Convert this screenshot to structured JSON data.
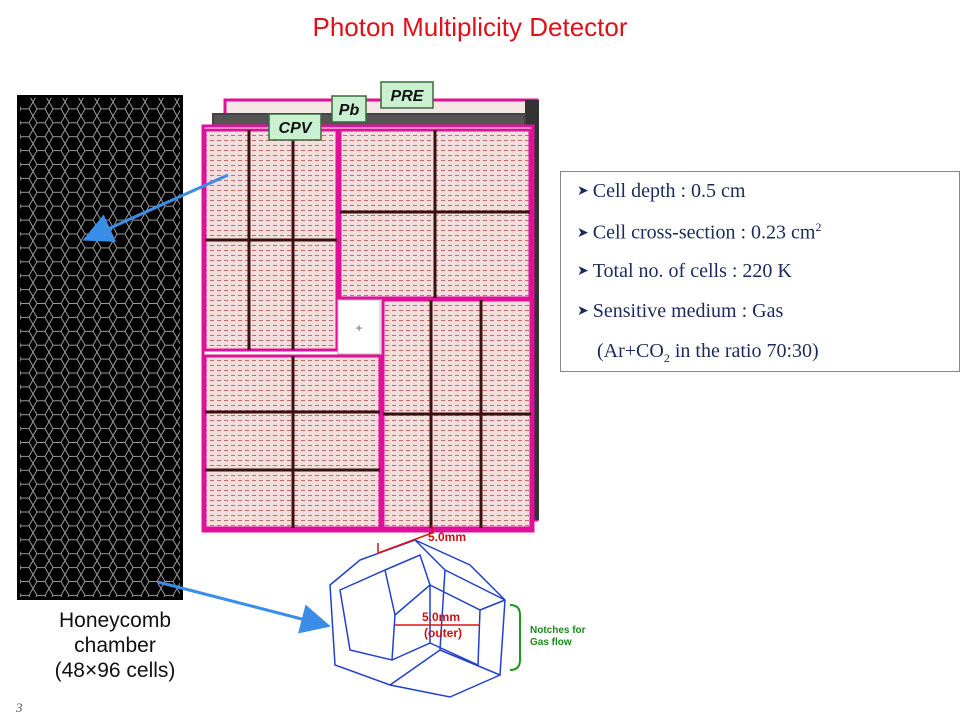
{
  "title": "Photon Multiplicity Detector",
  "honeycomb_label": [
    "Honeycomb",
    "chamber",
    "(48×96 cells)"
  ],
  "slide_number": "3",
  "layers": {
    "pre": "PRE",
    "pb": "Pb",
    "cpv": "CPV"
  },
  "info": {
    "depth": "Cell depth : 0.5 cm",
    "cross_section_prefix": "Cell cross-section : 0.23 cm",
    "cross_section_sup": "2",
    "total_cells": "Total no. of cells : 220 K",
    "medium": "Sensitive medium : Gas",
    "ratio_prefix": "(Ar+CO",
    "ratio_sub": "2",
    "ratio_suffix": " in the ratio 70:30)"
  },
  "cell_diagram": {
    "top_dim": "5.0mm",
    "inner_dim": "5.0mm",
    "inner_note": "(outer)",
    "notch_label_1": "Notches for",
    "notch_label_2": "Gas flow"
  },
  "colors": {
    "title": "#e0101a",
    "frame": "#e0109a",
    "text": "#1b2a5a",
    "cell_line": "#2040d0",
    "arrow": "#3a8ee8"
  }
}
